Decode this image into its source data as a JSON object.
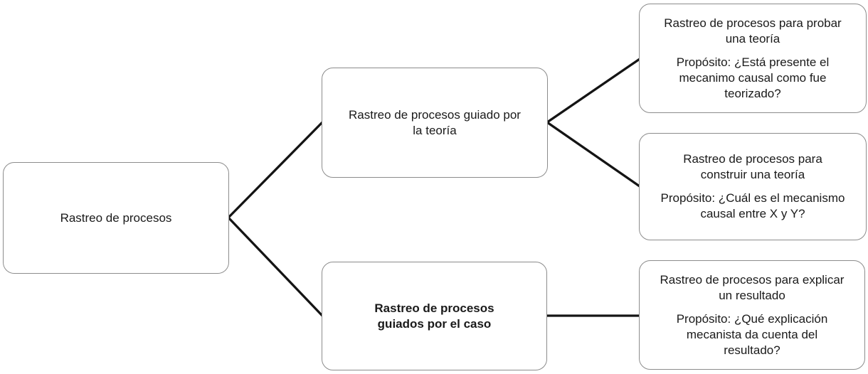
{
  "diagram": {
    "root": {
      "label": "Rastreo de procesos"
    },
    "branches": [
      {
        "label": "Rastreo de procesos guiado por\nla teoría"
      },
      {
        "label": "Rastreo de procesos\nguiados por el caso"
      }
    ],
    "leaves": [
      {
        "title": "Rastreo de procesos para probar\nuna teoría",
        "purpose": "Propósito: ¿Está presente el\nmecanimo causal como fue\nteorizado?"
      },
      {
        "title": "Rastreo de procesos para\nconstruir una teoría",
        "purpose": "Propósito: ¿Cuál es el mecanismo\ncausal entre X y Y?"
      },
      {
        "title": "Rastreo de procesos para explicar\nun resultado",
        "purpose": "Propósito: ¿Qué explicación\nmecanista da cuenta del\nresultado?"
      }
    ],
    "colors": {
      "node_border": "#8c8c8c",
      "connector_line": "#141414",
      "background": "#ffffff",
      "text": "#1a1a1a"
    }
  }
}
